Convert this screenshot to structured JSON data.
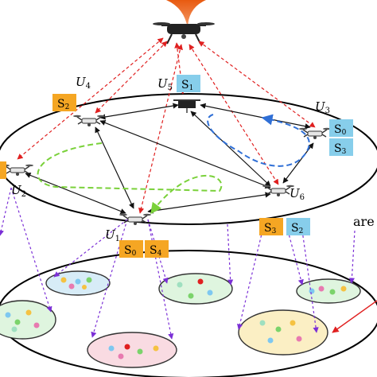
{
  "colors": {
    "station": "#f5a623",
    "cache_box": "#87ceeb",
    "red_link": "#e02020",
    "black_link": "#111111",
    "purple_link": "#7b2fd6",
    "green_path": "#7ad13a",
    "blue_path": "#2f6fd6",
    "cluster_green": "#dff5df",
    "cluster_blue": "#d7ecf7",
    "cluster_pink": "#f9dbe2",
    "cluster_yellow": "#fbefc4"
  },
  "icons": {
    "top_node": "drone-icon",
    "uav": "drone-icon",
    "signal": "signal-beam-icon"
  },
  "uavs": [
    {
      "id": "U1",
      "main": "U",
      "sub": "1"
    },
    {
      "id": "U2",
      "main": "U",
      "sub": "2"
    },
    {
      "id": "U3",
      "main": "U",
      "sub": "3"
    },
    {
      "id": "U4",
      "main": "U",
      "sub": "4"
    },
    {
      "id": "U5",
      "main": "U",
      "sub": "5"
    },
    {
      "id": "U6",
      "main": "U",
      "sub": "6"
    }
  ],
  "tags": [
    {
      "main": "S",
      "sub": "2",
      "style": "station"
    },
    {
      "main": "S",
      "sub": "1",
      "style": "cache_box"
    },
    {
      "main": "S",
      "sub": "0",
      "style": "cache_box"
    },
    {
      "main": "S",
      "sub": "3",
      "style": "cache_box"
    },
    {
      "main": "S",
      "sub": "0",
      "style": "station"
    },
    {
      "main": "S",
      "sub": "4",
      "style": "station"
    },
    {
      "main": "S",
      "sub": "3",
      "style": "station"
    },
    {
      "main": "S",
      "sub": "2",
      "style": "cache_box"
    }
  ],
  "side_text": "are"
}
